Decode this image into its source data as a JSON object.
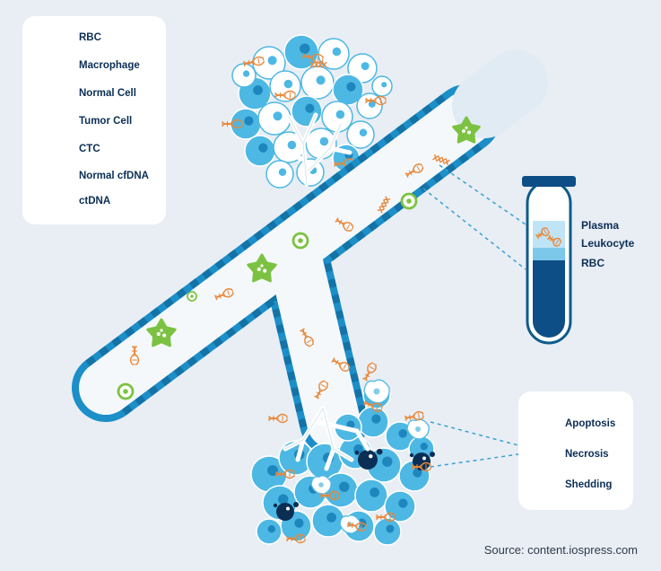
{
  "legend": {
    "items": [
      {
        "label": "RBC",
        "icon": "rbc-icon"
      },
      {
        "label": "Macrophage",
        "icon": "macrophage-icon"
      },
      {
        "label": "Normal Cell",
        "icon": "normal-cell-icon"
      },
      {
        "label": "Tumor Cell",
        "icon": "tumor-cell-icon"
      },
      {
        "label": "CTC",
        "icon": "ctc-icon"
      },
      {
        "label": "Normal cfDNA",
        "icon": "normal-cfdna-icon"
      },
      {
        "label": "ctDNA",
        "icon": "ctdna-icon"
      }
    ]
  },
  "tube": {
    "layers": [
      "Plasma",
      "Leukocyte",
      "RBC"
    ]
  },
  "release_legend": {
    "items": [
      {
        "label": "Apoptosis",
        "icon": "apoptosis-icon"
      },
      {
        "label": "Necrosis",
        "icon": "necrosis-icon"
      },
      {
        "label": "Shedding",
        "icon": "shedding-icon"
      }
    ]
  },
  "source": "Source: content.iospress.com",
  "colors": {
    "background": "#e9eef4",
    "vessel_wall": "#1c8ec8",
    "vessel_wall_dark": "#0d5c8c",
    "lumen": "#f4f8fb",
    "tumor_cell": "#4db8e3",
    "normal_cell": "#ffffff",
    "macrophage": "#7cc242",
    "dna_orange": "#e8883a",
    "navy": "#0b2e55"
  }
}
